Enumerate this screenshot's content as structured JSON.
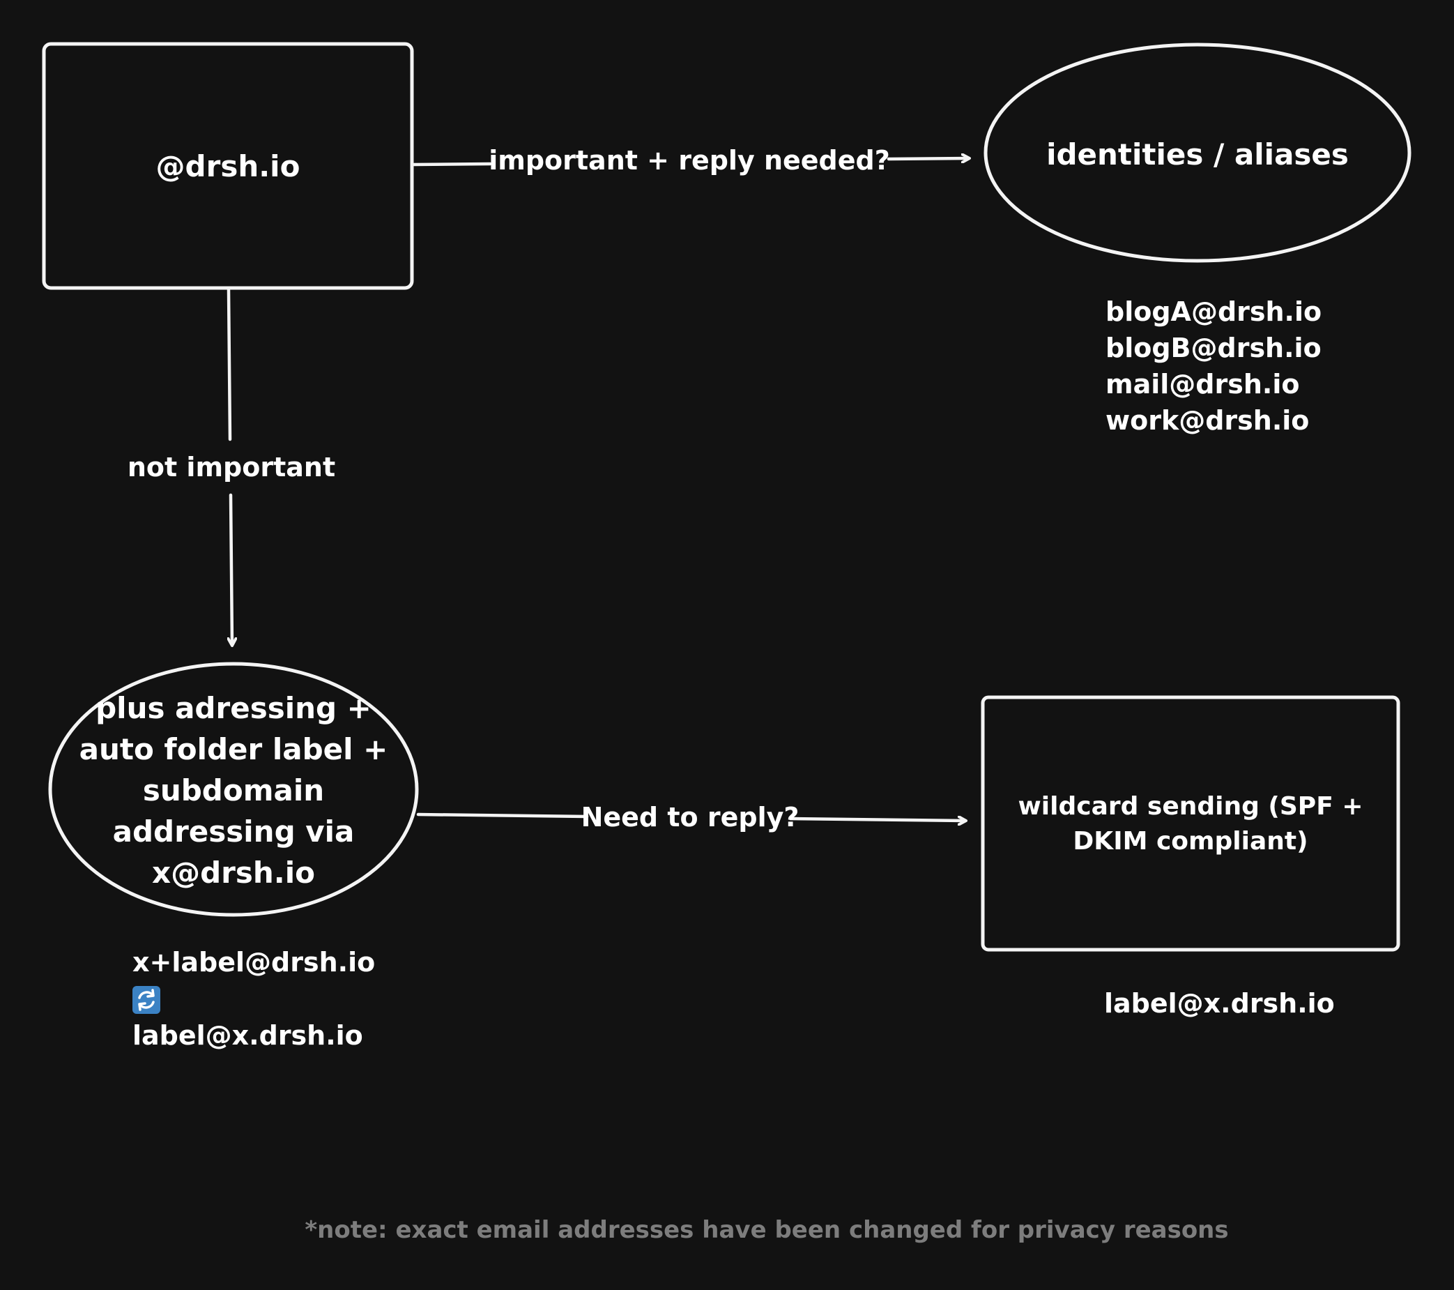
{
  "nodes": {
    "domain": {
      "label": "@drsh.io",
      "shape": "rectangle"
    },
    "identities": {
      "label": "identities / aliases",
      "shape": "ellipse"
    },
    "plus": {
      "shape": "ellipse",
      "lines": [
        "plus adressing +",
        "auto folder label +",
        "subdomain",
        "addressing via",
        "x@drsh.io"
      ]
    },
    "wildcard": {
      "shape": "rectangle",
      "lines": [
        "wildcard sending (SPF +",
        "DKIM compliant)"
      ]
    }
  },
  "edges": {
    "important": {
      "from": "domain",
      "to": "identities",
      "label": "important + reply needed?"
    },
    "not_important": {
      "from": "domain",
      "to": "plus",
      "label": "not important"
    },
    "need_reply": {
      "from": "plus",
      "to": "wildcard",
      "label": "Need to reply?"
    }
  },
  "identity_list": [
    "blogA@drsh.io",
    "blogB@drsh.io",
    "mail@drsh.io",
    "work@drsh.io"
  ],
  "plus_examples": {
    "line1": "x+label@drsh.io",
    "icon": "repeat-arrows-icon",
    "line2": "label@x.drsh.io"
  },
  "wildcard_example": "label@x.drsh.io",
  "note": "*note: exact email addresses have been changed for privacy reasons",
  "colors": {
    "background": "#121212",
    "stroke": "#f4f4f4",
    "text": "#ffffff",
    "note": "#7d7d7d",
    "icon_bg": "#3b82c4"
  }
}
